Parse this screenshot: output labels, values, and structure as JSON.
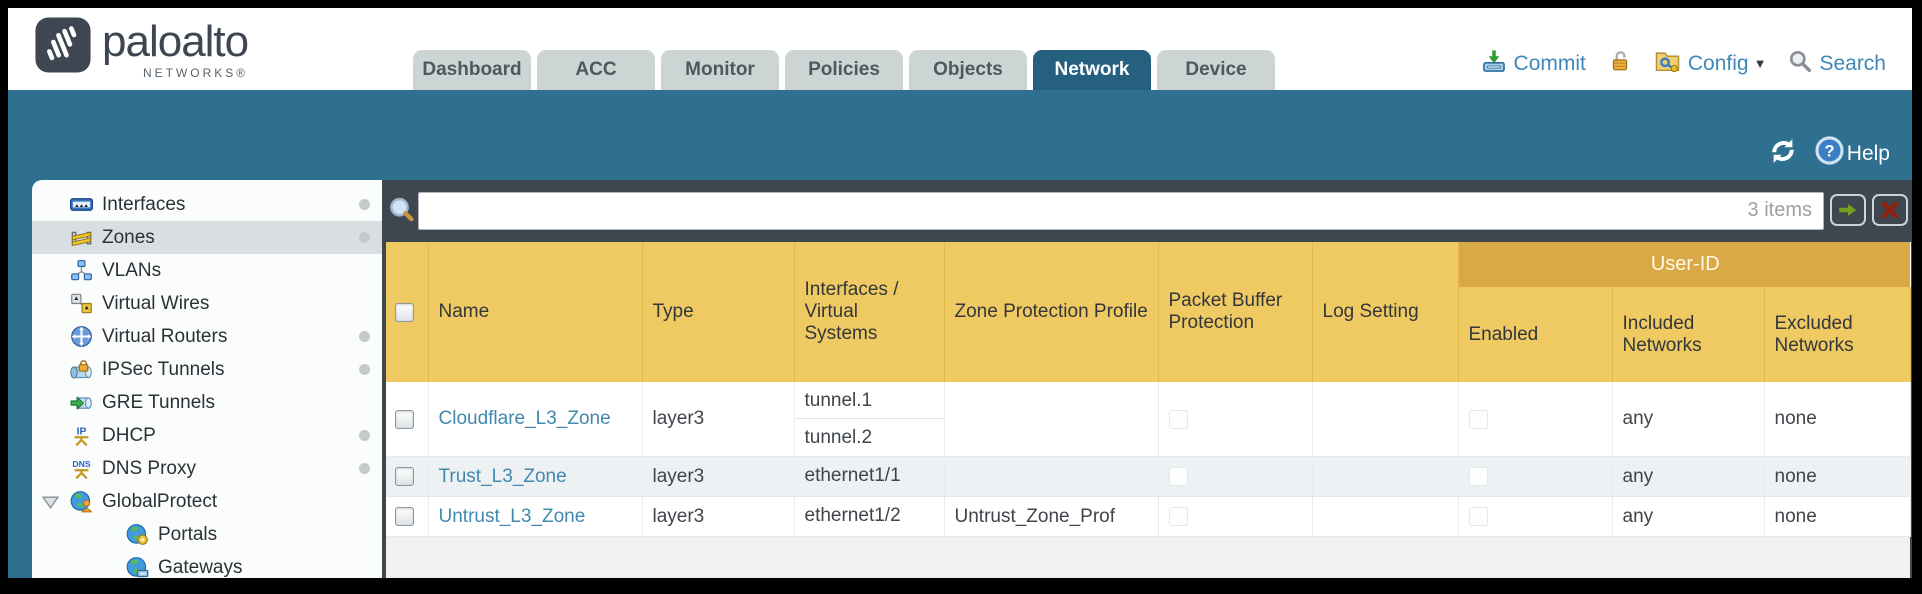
{
  "brand": {
    "wordmark": "paloalto",
    "sub": "NETWORKS®"
  },
  "nav": {
    "tabs": [
      {
        "label": "Dashboard"
      },
      {
        "label": "ACC"
      },
      {
        "label": "Monitor"
      },
      {
        "label": "Policies"
      },
      {
        "label": "Objects"
      },
      {
        "label": "Network"
      },
      {
        "label": "Device"
      }
    ],
    "active": "Network",
    "actions": {
      "commit": "Commit",
      "config": "Config",
      "search": "Search"
    }
  },
  "band": {
    "help": "Help"
  },
  "sidebar": {
    "items": [
      {
        "label": "Interfaces",
        "icon": "interfaces-icon",
        "dot": true,
        "selected": false
      },
      {
        "label": "Zones",
        "icon": "zones-icon",
        "dot": true,
        "selected": true
      },
      {
        "label": "VLANs",
        "icon": "vlans-icon",
        "dot": false,
        "selected": false
      },
      {
        "label": "Virtual Wires",
        "icon": "virtual-wires-icon",
        "dot": false,
        "selected": false
      },
      {
        "label": "Virtual Routers",
        "icon": "virtual-routers-icon",
        "dot": true,
        "selected": false
      },
      {
        "label": "IPSec Tunnels",
        "icon": "ipsec-tunnels-icon",
        "dot": true,
        "selected": false
      },
      {
        "label": "GRE Tunnels",
        "icon": "gre-tunnels-icon",
        "dot": false,
        "selected": false
      },
      {
        "label": "DHCP",
        "icon": "dhcp-icon",
        "dot": true,
        "selected": false
      },
      {
        "label": "DNS Proxy",
        "icon": "dns-proxy-icon",
        "dot": true,
        "selected": false
      },
      {
        "label": "GlobalProtect",
        "icon": "globalprotect-icon",
        "dot": false,
        "selected": false,
        "expander": true
      },
      {
        "label": "Portals",
        "icon": "portals-icon",
        "dot": false,
        "selected": false,
        "indent": true
      },
      {
        "label": "Gateways",
        "icon": "gateways-icon",
        "dot": false,
        "selected": false,
        "indent": true
      }
    ]
  },
  "filter": {
    "value": "",
    "count": "3 items"
  },
  "table": {
    "group_header": "User-ID",
    "columns": [
      "Name",
      "Type",
      "Interfaces / Virtual Systems",
      "Zone Protection Profile",
      "Packet Buffer Protection",
      "Log Setting",
      "Enabled",
      "Included Networks",
      "Excluded Networks"
    ],
    "rows": [
      {
        "name": "Cloudflare_L3_Zone",
        "type": "layer3",
        "interfaces": [
          "tunnel.1",
          "tunnel.2"
        ],
        "zone_protection_profile": "",
        "packet_buffer_protection": false,
        "log_setting": "",
        "enabled": false,
        "included_networks": "any",
        "excluded_networks": "none"
      },
      {
        "name": "Trust_L3_Zone",
        "type": "layer3",
        "interfaces": [
          "ethernet1/1"
        ],
        "zone_protection_profile": "",
        "packet_buffer_protection": false,
        "log_setting": "",
        "enabled": false,
        "included_networks": "any",
        "excluded_networks": "none"
      },
      {
        "name": "Untrust_L3_Zone",
        "type": "layer3",
        "interfaces": [
          "ethernet1/2"
        ],
        "zone_protection_profile": "Untrust_Zone_Prof",
        "packet_buffer_protection": false,
        "log_setting": "",
        "enabled": false,
        "included_networks": "any",
        "excluded_networks": "none"
      }
    ]
  },
  "colors": {
    "teal_band": "#2f6f8f",
    "panel_dark": "#3e4650",
    "header_gold": "#efca62",
    "userid_band_gold": "#d9a945",
    "link_blue": "#4189ae",
    "active_tab": "#26607f",
    "tab_grey": "#ccd4d4",
    "accent_text_blue": "#3f87b8"
  }
}
